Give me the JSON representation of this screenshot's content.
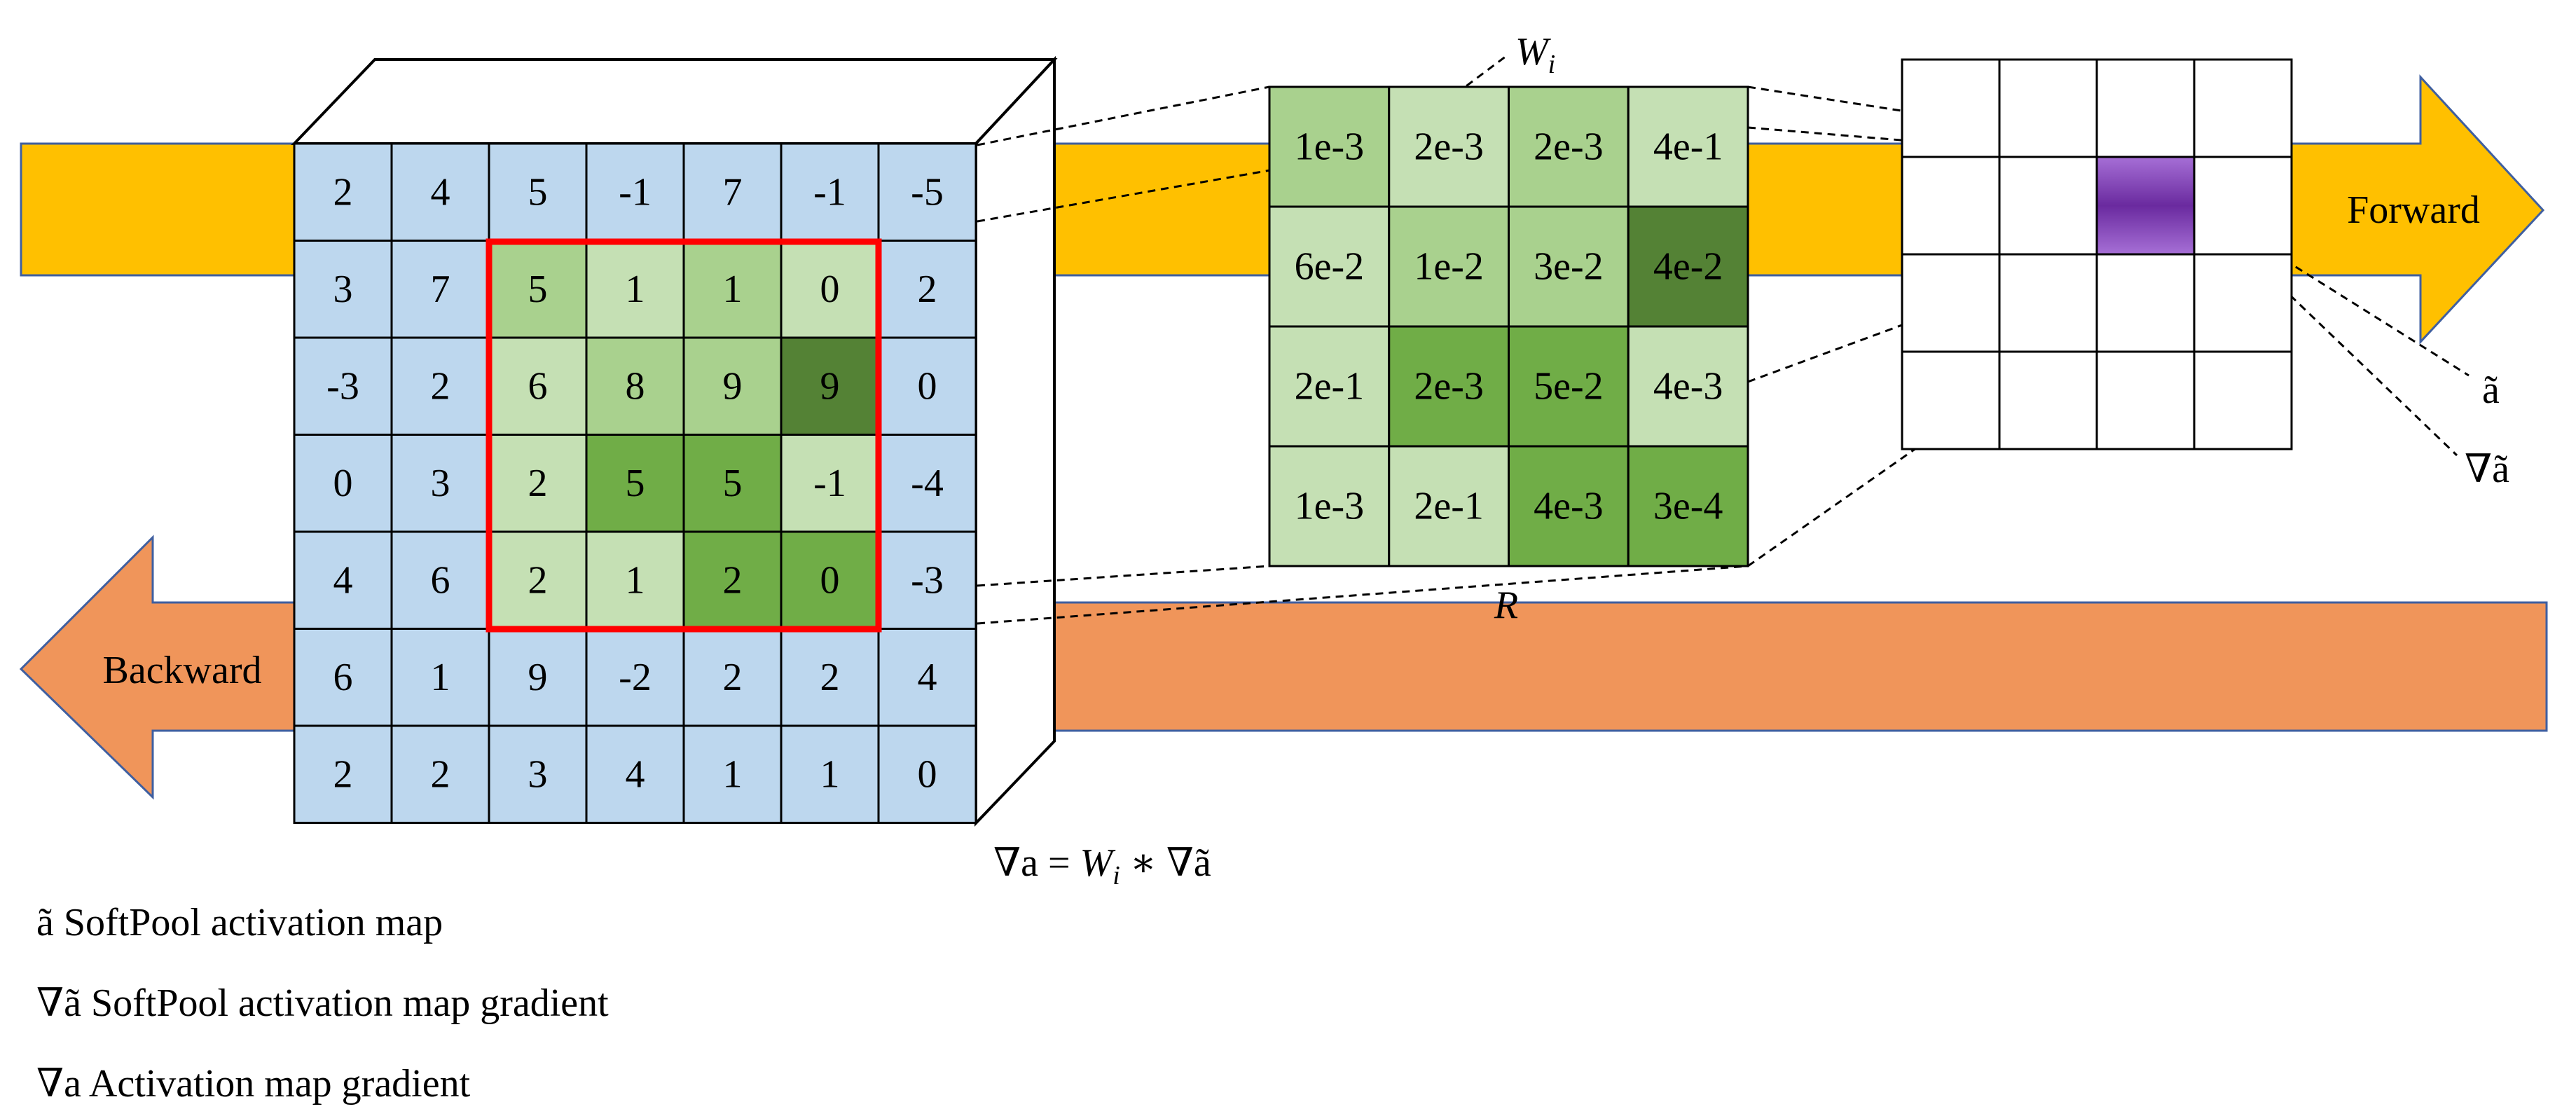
{
  "arrows": {
    "forward_label": "Forward",
    "backward_label": "Backward",
    "forward_color": "#FFC000",
    "backward_color": "#F0955A"
  },
  "input_grid": {
    "color_base": "#BDD7EE",
    "highlight_color": "#FF0000",
    "values": [
      [
        "2",
        "4",
        "5",
        "-1",
        "7",
        "-1",
        "-5"
      ],
      [
        "3",
        "7",
        "5",
        "1",
        "1",
        "0",
        "2"
      ],
      [
        "-3",
        "2",
        "6",
        "8",
        "9",
        "9",
        "0"
      ],
      [
        "0",
        "3",
        "2",
        "5",
        "5",
        "-1",
        "-4"
      ],
      [
        "4",
        "6",
        "2",
        "1",
        "2",
        "0",
        "-3"
      ],
      [
        "6",
        "1",
        "9",
        "-2",
        "2",
        "2",
        "4"
      ],
      [
        "2",
        "2",
        "3",
        "4",
        "1",
        "1",
        "0"
      ]
    ],
    "shades": [
      [
        0,
        0,
        0,
        0,
        0,
        0,
        0
      ],
      [
        0,
        0,
        2,
        1,
        2,
        1,
        0
      ],
      [
        0,
        0,
        1,
        2,
        2,
        4,
        0
      ],
      [
        0,
        0,
        1,
        3,
        3,
        1,
        0
      ],
      [
        0,
        0,
        1,
        1,
        3,
        3,
        0
      ],
      [
        0,
        0,
        0,
        0,
        0,
        0,
        0
      ],
      [
        0,
        0,
        0,
        0,
        0,
        0,
        0
      ]
    ]
  },
  "weight_grid": {
    "values": [
      [
        "1e-3",
        "2e-3",
        "2e-3",
        "4e-1"
      ],
      [
        "6e-2",
        "1e-2",
        "3e-2",
        "4e-2"
      ],
      [
        "2e-1",
        "2e-3",
        "5e-2",
        "4e-3"
      ],
      [
        "1e-3",
        "2e-1",
        "4e-3",
        "3e-4"
      ]
    ],
    "shades": [
      [
        2,
        1,
        2,
        1
      ],
      [
        1,
        2,
        2,
        4
      ],
      [
        1,
        3,
        3,
        1
      ],
      [
        1,
        1,
        3,
        3
      ]
    ],
    "label_top_main": "W",
    "label_top_sub": "i",
    "label_bottom": "R"
  },
  "output_grid": {
    "rows": 4,
    "cols": 4,
    "active_row": 1,
    "active_col": 2,
    "active_color": "#7030A0"
  },
  "shade_palette": [
    "#BDD7EE",
    "#C5E0B4",
    "#A9D18E",
    "#70AD47",
    "#548235"
  ],
  "side_labels": {
    "a_tilde": "ã",
    "grad_a_tilde": "∇ã"
  },
  "equation": {
    "lhs": "∇a = ",
    "w": "W",
    "w_sub": "i",
    "rhs": " ∗ ∇ã"
  },
  "legend": [
    {
      "symbol": "ã",
      "text": " SoftPool activation map"
    },
    {
      "symbol": "∇ã",
      "text": " SoftPool activation map gradient"
    },
    {
      "symbol": "∇a",
      "text": " Activation map gradient"
    }
  ]
}
